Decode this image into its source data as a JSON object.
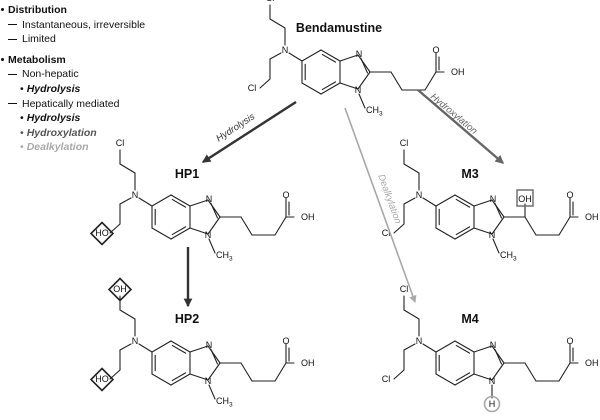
{
  "legend": {
    "distribution": {
      "heading": "Distribution",
      "items": [
        "Instantaneous, irreversible",
        "Limited"
      ]
    },
    "metabolism": {
      "heading": "Metabolism",
      "nonhepatic": {
        "label": "Non-hepatic",
        "subs": [
          {
            "text": "Hydrolysis",
            "color": "#111111"
          }
        ]
      },
      "hepatic": {
        "label": "Hepatically mediated",
        "subs": [
          {
            "text": "Hydrolysis",
            "color": "#111111"
          },
          {
            "text": "Hydroxylation",
            "color": "#555555"
          },
          {
            "text": "Dealkylation",
            "color": "#a8a8a8"
          }
        ]
      }
    }
  },
  "compounds": [
    {
      "id": "bendamustine",
      "name": "Bendamustine",
      "upper_chain_end": "Cl",
      "lower_chain_end": "Cl",
      "ring_n": "N",
      "amine_n": "N",
      "methyl_n": "N",
      "methyl": "CH3",
      "acid": "OH",
      "carbonyl": "O",
      "marker": null,
      "shape_id": "main"
    },
    {
      "id": "hp1",
      "name": "HP1",
      "upper_chain_end": "Cl",
      "lower_chain_end": "HO",
      "ring_n": "N",
      "amine_n": "N",
      "methyl_n": "N",
      "methyl": "CH3",
      "acid": "OH",
      "carbonyl": "O",
      "marker": "diamond-lower",
      "shape_id": "left"
    },
    {
      "id": "hp2",
      "name": "HP2",
      "upper_chain_end": "OH",
      "lower_chain_end": "HO",
      "ring_n": "N",
      "amine_n": "N",
      "methyl_n": "N",
      "methyl": "CH3",
      "acid": "OH",
      "carbonyl": "O",
      "marker": "diamond-both",
      "shape_id": "left"
    },
    {
      "id": "m3",
      "name": "M3",
      "upper_chain_end": "Cl",
      "lower_chain_end": "Cl",
      "ring_n": "N",
      "amine_n": "N",
      "methyl_n": "N",
      "methyl": "CH3",
      "acid": "OH",
      "carbonyl": "O",
      "hydroxyl": "OH",
      "marker": "square-oh",
      "shape_id": "right"
    },
    {
      "id": "m4",
      "name": "M4",
      "upper_chain_end": "Cl",
      "lower_chain_end": "Cl",
      "ring_n": "N",
      "amine_n": "N",
      "methyl_n": "N",
      "nh": "H",
      "acid": "OH",
      "carbonyl": "O",
      "marker": "circle-h",
      "shape_id": "right"
    }
  ],
  "reactions": [
    {
      "from": "bendamustine",
      "to": "hp1",
      "label": "Hydrolysis",
      "color": "#333333"
    },
    {
      "from": "hp1",
      "to": "hp2",
      "label": "",
      "color": "#333333"
    },
    {
      "from": "bendamustine",
      "to": "m3",
      "label": "Hydroxylation",
      "color": "#666666"
    },
    {
      "from": "bendamustine",
      "to": "m4",
      "label": "Dealkylation",
      "color": "#a8a8a8"
    }
  ]
}
